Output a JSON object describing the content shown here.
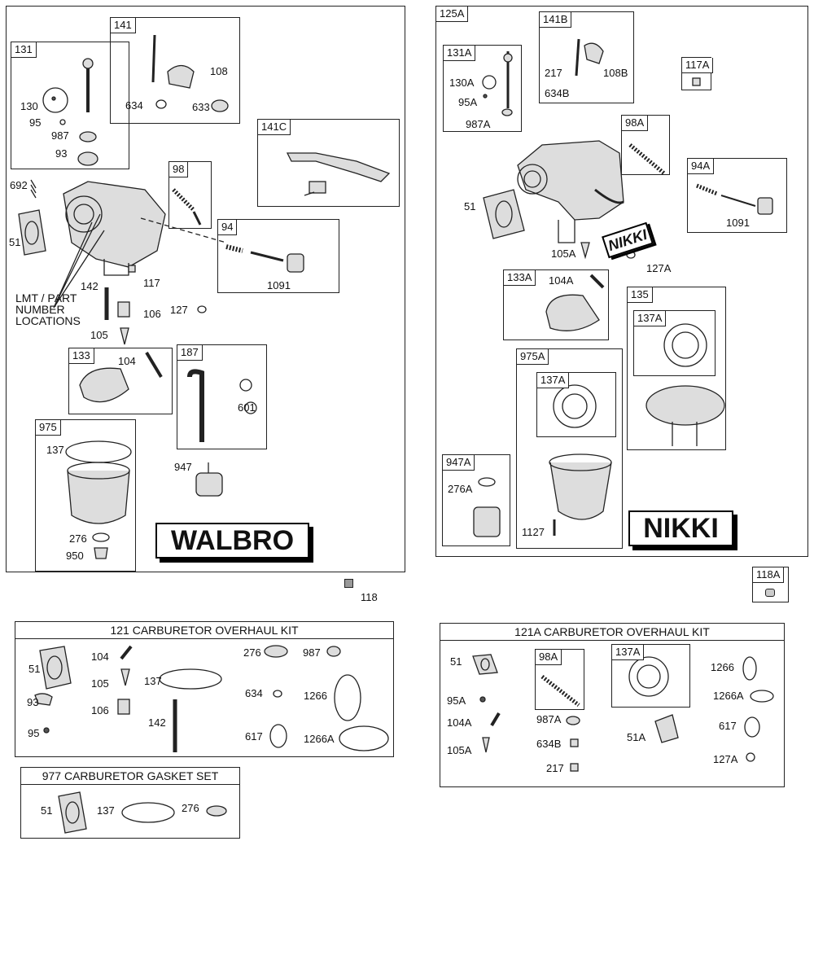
{
  "walbro": {
    "brand": "WALBRO",
    "callout": {
      "line1": "LMT / PART",
      "line2": "NUMBER",
      "line3": "LOCATIONS"
    },
    "groups": {
      "g131": "131",
      "g141": "141",
      "g141c": "141C",
      "g98": "98",
      "g94": "94",
      "g133": "133",
      "g187": "187",
      "g975": "975"
    },
    "parts": {
      "p130": "130",
      "p95": "95",
      "p987": "987",
      "p93": "93",
      "p108": "108",
      "p634": "634",
      "p633": "633",
      "p692": "692",
      "p51": "51",
      "p117": "117",
      "p1091": "1091",
      "p142": "142",
      "p106": "106",
      "p127": "127",
      "p105": "105",
      "p104": "104",
      "p601": "601",
      "p137": "137",
      "p947": "947",
      "p276": "276",
      "p950": "950",
      "p118": "118"
    }
  },
  "nikki": {
    "brand": "NIKKI",
    "decal": "NIKKI",
    "groups": {
      "g125a": "125A",
      "g131a": "131A",
      "g141b": "141B",
      "g117a": "117A",
      "g98a": "98A",
      "g94a": "94A",
      "g133a": "133A",
      "g135": "135",
      "g137a_135": "137A",
      "g975a": "975A",
      "g137a_975": "137A",
      "g947a": "947A",
      "g118a": "118A"
    },
    "parts": {
      "p130a": "130A",
      "p95a": "95A",
      "p987a": "987A",
      "p217": "217",
      "p634b": "634B",
      "p108b": "108B",
      "p51": "51",
      "p105a": "105A",
      "p127a": "127A",
      "p1091": "1091",
      "p104a": "104A",
      "p276a": "276A",
      "p1127": "1127"
    }
  },
  "kit121": {
    "title": "121 CARBURETOR OVERHAUL KIT",
    "parts": {
      "p51": "51",
      "p104": "104",
      "p105": "105",
      "p93": "93",
      "p106": "106",
      "p95": "95",
      "p137": "137",
      "p142": "142",
      "p276": "276",
      "p987": "987",
      "p634": "634",
      "p1266": "1266",
      "p617": "617",
      "p1266a": "1266A"
    }
  },
  "kit977": {
    "title": "977 CARBURETOR GASKET SET",
    "parts": {
      "p51": "51",
      "p137": "137",
      "p276": "276"
    }
  },
  "kit121a": {
    "title": "121A CARBURETOR OVERHAUL KIT",
    "groups": {
      "g98a": "98A",
      "g137a": "137A"
    },
    "parts": {
      "p51": "51",
      "p95a": "95A",
      "p104a": "104A",
      "p105a": "105A",
      "p987a": "987A",
      "p634b": "634B",
      "p217": "217",
      "p51a": "51A",
      "p1266": "1266",
      "p1266a": "1266A",
      "p617": "617",
      "p127a": "127A"
    }
  }
}
